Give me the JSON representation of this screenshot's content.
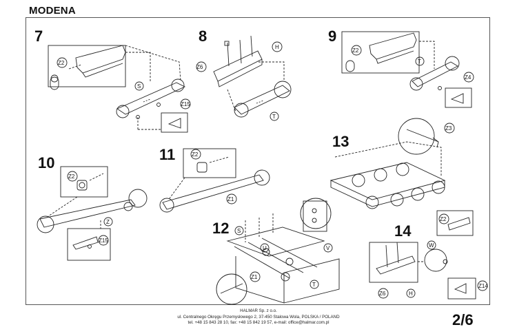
{
  "title": "MODENA",
  "steps": [
    "7",
    "8",
    "9",
    "10",
    "11",
    "12",
    "13",
    "14"
  ],
  "part_labels": {
    "z2": "Z2",
    "z6": "Z6",
    "z1": "Z1",
    "z3": "Z3",
    "z4": "Z4",
    "z15": "Z15",
    "z14": "Z14",
    "h": "H",
    "s": "S",
    "t": "T",
    "u": "U",
    "v": "V",
    "w": "W",
    "z": "Z"
  },
  "footer": {
    "company": "HALMAR Sp. z o.o.",
    "address": "ul. Centralnego Okręgu Przemysłowego 2, 37-450 Stalowa Wola, POLSKA / POLAND",
    "contact": "tel. +48 15 843 28 10, fax: +48 15 842 19 57, e-mail: office@halmar.com.pl"
  },
  "page_number": "2/6"
}
